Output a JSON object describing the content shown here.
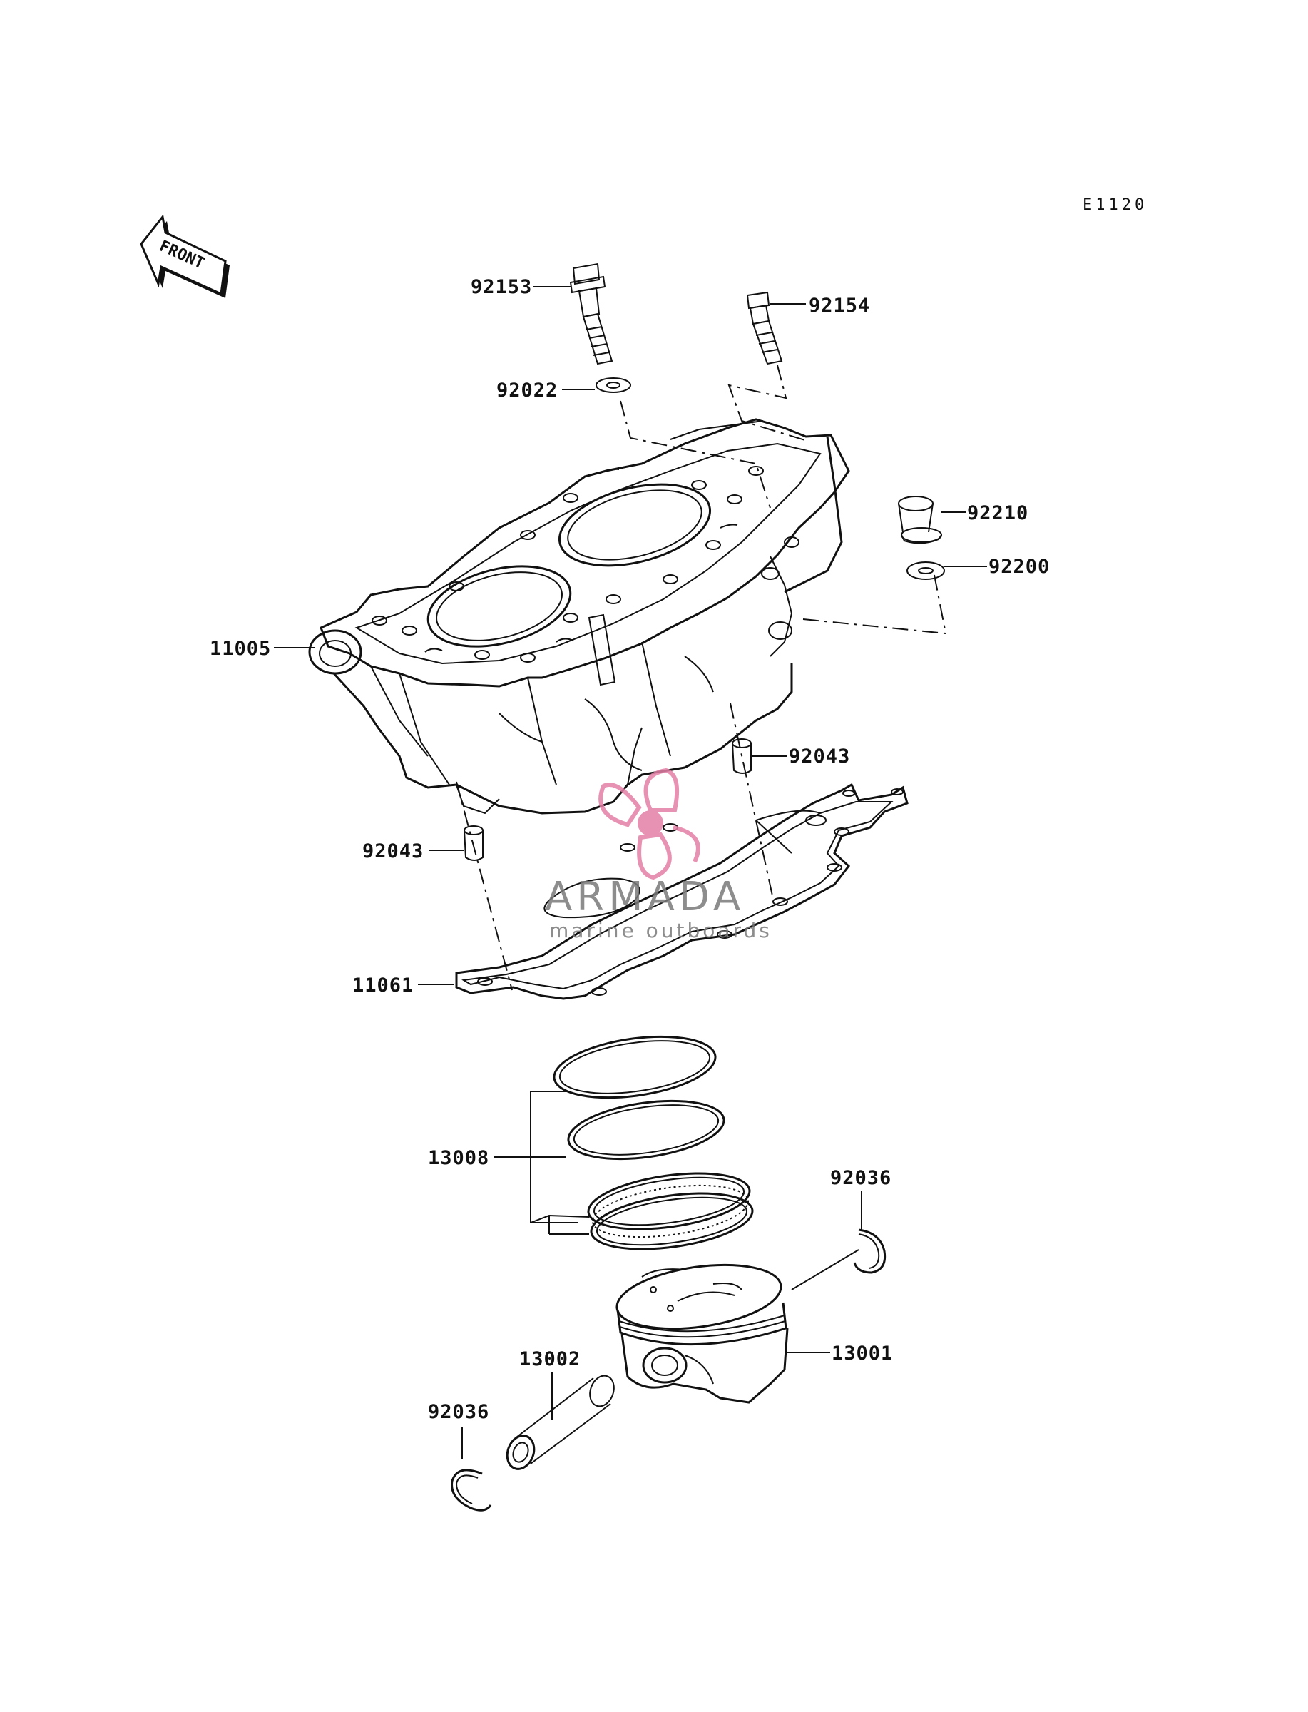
{
  "diagram": {
    "code": "E1120",
    "front_marker": "FRONT",
    "watermark": {
      "name": "ARMADA",
      "tagline": "marine outboards",
      "color": "#e37fa6"
    },
    "parts": {
      "p92153": "92153",
      "p92154": "92154",
      "p92022": "92022",
      "p92210": "92210",
      "p92200": "92200",
      "p11005": "11005",
      "p92043_right": "92043",
      "p92043_left": "92043",
      "p11061": "11061",
      "p13008": "13008",
      "p92036_right": "92036",
      "p13001": "13001",
      "p13002": "13002",
      "p92036_left": "92036"
    }
  }
}
